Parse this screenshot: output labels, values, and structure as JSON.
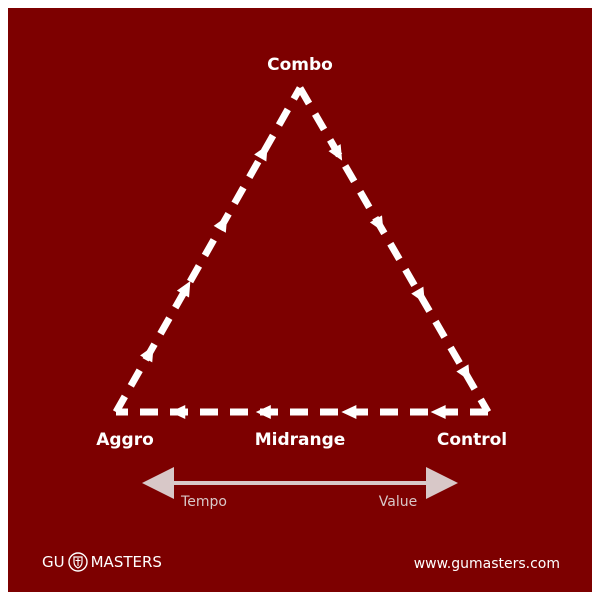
{
  "diagram": {
    "nodes": {
      "combo": "Combo",
      "aggro": "Aggro",
      "midrange": "Midrange",
      "control": "Control"
    },
    "axis": {
      "left_label": "Tempo",
      "right_label": "Value"
    }
  },
  "branding": {
    "logo_left": "GU",
    "logo_right": "MASTERS",
    "url": "www.gumasters.com"
  },
  "colors": {
    "background": "#7d0000",
    "foreground": "#ffffff",
    "axis": "#d8c8c8"
  }
}
